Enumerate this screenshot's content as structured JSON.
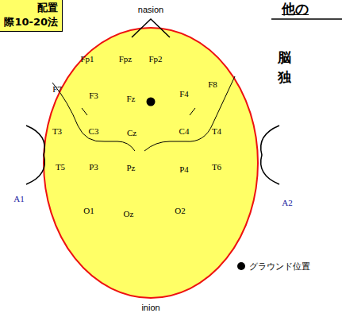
{
  "diagram": {
    "nodes": [
      {
        "text": [
          "配置",
          "際10-20法"
        ]
      }
    ],
    "labels": [
      "nasion",
      "Fp1",
      "Fpz",
      "Fp2",
      "F7",
      "F3",
      "Fz",
      "F4",
      "F8",
      "T3",
      "C3",
      "Cz",
      "C4",
      "T4",
      "T5",
      "P3",
      "Pz",
      "P4",
      "T6",
      "O1",
      "Oz",
      "O2",
      "inion",
      "A1",
      "A2",
      "他の",
      "脳",
      "独"
    ],
    "legend": [
      {
        "text": "グラウンド位置"
      }
    ]
  }
}
